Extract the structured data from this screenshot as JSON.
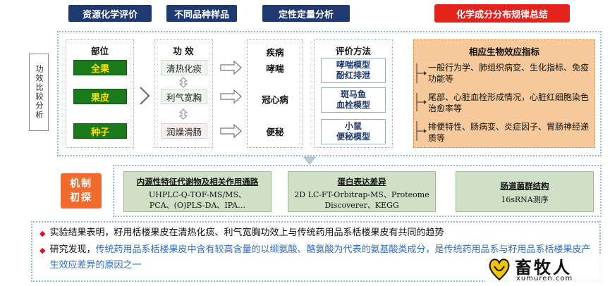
{
  "header": {
    "banners": [
      "资源化学评价",
      "不同品种样品",
      "定性定量分析",
      "化学成分分布规律总结"
    ]
  },
  "side_label": "功效比较分析",
  "parts": {
    "title": "部位",
    "items": [
      "全果",
      "果皮",
      "种子"
    ]
  },
  "effects": {
    "title": "功  效",
    "items": [
      "清热化痰",
      "利气宽胸",
      "润燥滑肠"
    ]
  },
  "diseases": {
    "title": "疾病",
    "items": [
      "哮喘",
      "冠心病",
      "便秘"
    ]
  },
  "methods": {
    "title": "评价方法",
    "items": [
      {
        "line1": "哮喘模型",
        "line2": "酚红排泄"
      },
      {
        "line1": "斑马鱼",
        "line2": "血栓模型"
      },
      {
        "line1": "小鼠",
        "line2": "便秘模型"
      }
    ]
  },
  "indicators": {
    "title": "相应生物效应指标",
    "items": [
      "一般行为学、肺组织病变、生化指标、免疫功能等",
      "尾部、心脏血栓形成情况，心脏红细胞染色治愈率等",
      "排便特性、肠病变、炎症因子、胃肠神经递质等"
    ]
  },
  "mechanism": {
    "tag_line1": "机制",
    "tag_line2": "初探",
    "boxes": [
      {
        "title": "内源性特征代谢物及相关作用通路",
        "lines": [
          "UHPLC-Q-TOF-MS/MS、",
          "PCA、(O)PLS-DA、IPA…"
        ]
      },
      {
        "title": "蛋白表达差异",
        "lines": [
          "2D LC-FT-Orbitrap-MS、Proteome",
          "Discoverer、KEGG"
        ]
      },
      {
        "title": "肠道菌群结构",
        "lines": [
          "16sRNA测序"
        ]
      }
    ]
  },
  "conclusions": [
    {
      "text": "实验结果表明，籽用栝楼果皮在清热化痰、利气宽胸功效上与传统药用品系栝楼果皮有共同的趋势",
      "prefix": "",
      "highlight": ""
    },
    {
      "text": "",
      "prefix": "研究发现，",
      "highlight": "传统药用品系栝楼果皮中含有较高含量的以缬氨酸、酪氨酸为代表的氨基酸类成分，是传统药用品系与籽用品系栝楼果皮产生效应差异的原因之一"
    }
  ],
  "watermark": {
    "name": "畜牧人",
    "url": "xumuren.com"
  },
  "colors": {
    "banner": "#1f3a70",
    "banner_accent": "#e3231c",
    "part_bar": "#1b7a1b",
    "part_text": "#ffe100",
    "indicator_bg": "#f8c99a",
    "mechanism_tag": "#f26b2e",
    "mechanism_box": "#cfe0c6",
    "highlight": "#2f6cc4"
  }
}
